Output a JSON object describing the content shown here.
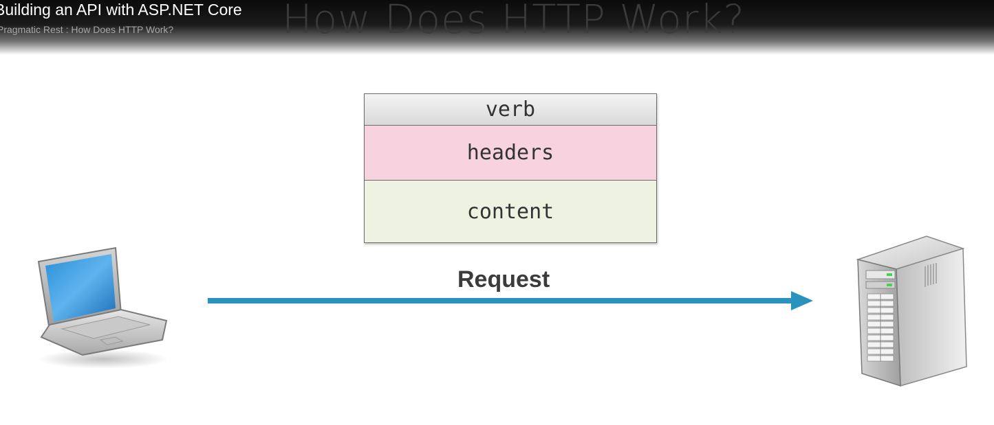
{
  "player": {
    "course_title": "Building an API with ASP.NET Core",
    "module_title": "Pragmatic Rest : How Does HTTP Work?"
  },
  "slide": {
    "title": "How Does HTTP Work?",
    "packet": {
      "rows": [
        "verb",
        "headers",
        "content"
      ]
    },
    "arrow_label": "Request",
    "icons": {
      "client": "laptop-icon",
      "server": "server-icon",
      "arrow": "arrow-right-icon"
    },
    "colors": {
      "arrow": "#2a93bd",
      "headers_bg": "#f6d3de",
      "content_bg": "#edf2e1",
      "verb_bg": "#e3e3e3"
    }
  }
}
